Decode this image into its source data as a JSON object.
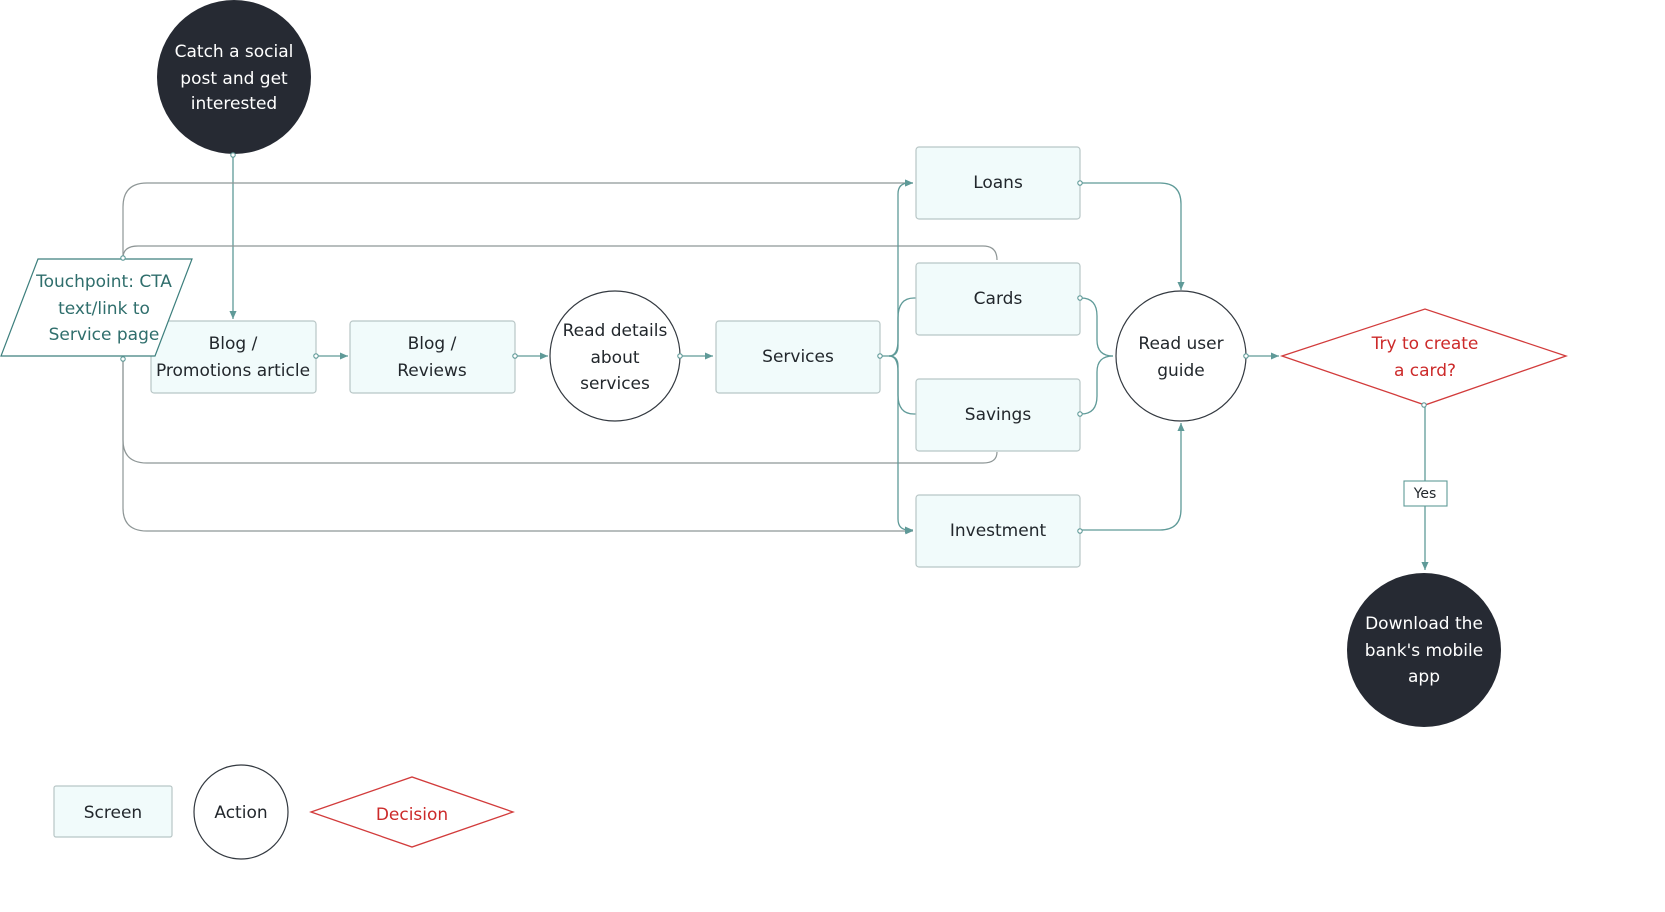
{
  "nodes": {
    "social_post": {
      "lines": [
        "Catch a social",
        "post and get",
        "interested"
      ]
    },
    "touchpoint": {
      "lines": [
        "Touchpoint: CTA",
        "text/link to",
        "Service page"
      ]
    },
    "blog_promotions": {
      "lines": [
        "Blog /",
        "Promotions article"
      ]
    },
    "blog_reviews": {
      "lines": [
        "Blog /",
        "Reviews"
      ]
    },
    "read_details": {
      "lines": [
        "Read details",
        "about",
        "services"
      ]
    },
    "services": {
      "lines": [
        "Services"
      ]
    },
    "loans": {
      "lines": [
        "Loans"
      ]
    },
    "cards": {
      "lines": [
        "Cards"
      ]
    },
    "savings": {
      "lines": [
        "Savings"
      ]
    },
    "investment": {
      "lines": [
        "Investment"
      ]
    },
    "read_guide": {
      "lines": [
        "Read user",
        "guide"
      ]
    },
    "decision": {
      "lines": [
        "Try to create",
        "a card?"
      ]
    },
    "yes_label": {
      "lines": [
        "Yes"
      ]
    },
    "download_app": {
      "lines": [
        "Download the",
        "bank's mobile",
        "app"
      ]
    }
  },
  "legend": {
    "screen": "Screen",
    "action": "Action",
    "decision": "Decision"
  },
  "colors": {
    "connector": "#5f9a98",
    "screen_fill": "#f1fbfb",
    "dark_node": "#262a33",
    "decision_stroke": "#d23b3b",
    "touchpoint_text": "#2f6e6c"
  }
}
